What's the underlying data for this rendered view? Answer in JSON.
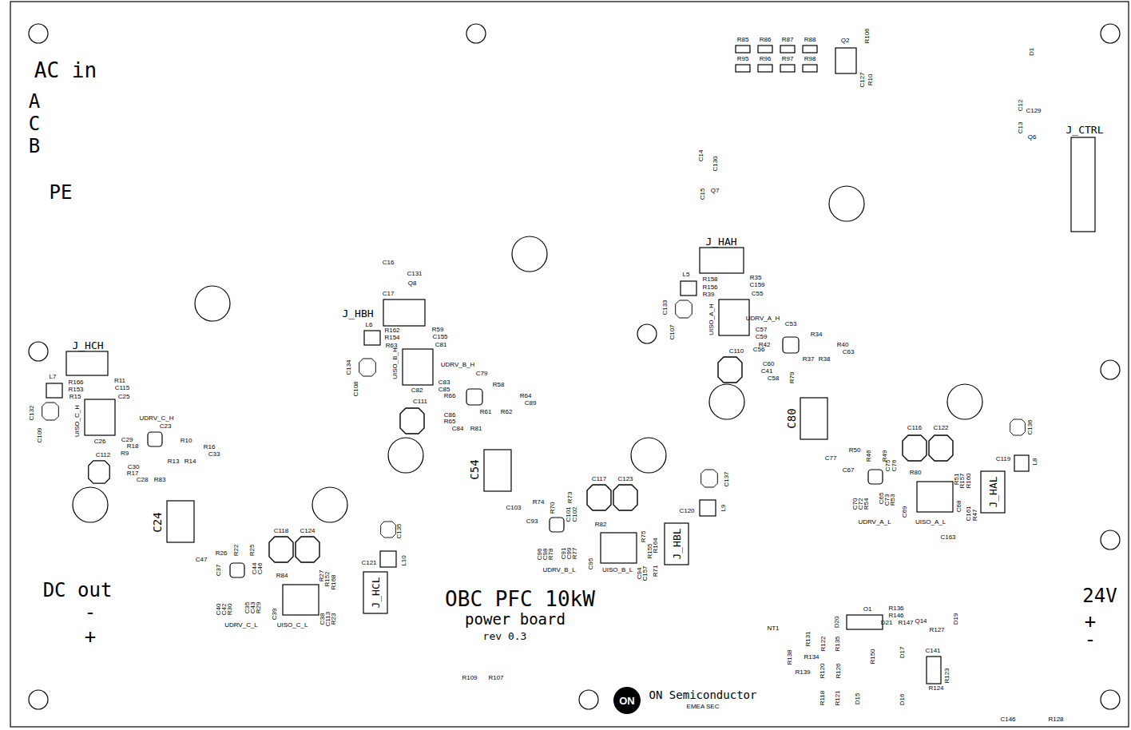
{
  "diagram": {
    "labels": [
      "AC in",
      "A",
      "C",
      "B",
      "PE",
      "DC out",
      "-",
      "+",
      "OBC PFC 10kW",
      "power board",
      "rev 0.3",
      "ON",
      "ON Semiconductor",
      "EMEA SEC",
      "24V",
      "+",
      "-",
      "J_CTRL",
      "J_HAH",
      "J_HBH",
      "J_HCH",
      "J_HAL",
      "J_HBL",
      "J_HCL",
      "C80",
      "C54",
      "C24",
      "R85",
      "R86",
      "R87",
      "R88",
      "R95",
      "R96",
      "R97",
      "R98",
      "Q2",
      "R106",
      "C127",
      "R10",
      "D1",
      "C12",
      "C129",
      "C13",
      "Q6",
      "C14",
      "C130",
      "C15",
      "Q7",
      "L5",
      "R158",
      "R156",
      "R39",
      "R35",
      "C159",
      "C55",
      "C133",
      "C107",
      "UISO_A_H",
      "UDRV_A_H",
      "C53",
      "C57",
      "C59",
      "R42",
      "R34",
      "C56",
      "C110",
      "R40",
      "R37",
      "R38",
      "C63",
      "C60",
      "C41",
      "C58",
      "R79",
      "C16",
      "C131",
      "Q8",
      "C17",
      "L6",
      "R162",
      "R154",
      "R63",
      "R59",
      "C155",
      "C81",
      "C134",
      "C108",
      "UISO_B_H",
      "C82",
      "UDRV_B_H",
      "C79",
      "R58",
      "R64",
      "C89",
      "C83",
      "C85",
      "R66",
      "R61",
      "R62",
      "C111",
      "C86",
      "R65",
      "C84",
      "R81",
      "L7",
      "R166",
      "R153",
      "R15",
      "R11",
      "C115",
      "C25",
      "C132",
      "C109",
      "UISO_C_H",
      "C26",
      "UDRV_C_H",
      "C23",
      "C29",
      "R10",
      "R16",
      "C33",
      "R18",
      "R14",
      "R9",
      "R13",
      "C112",
      "C30",
      "R17",
      "C28",
      "R83",
      "C116",
      "C122",
      "C136",
      "R50",
      "R46",
      "R49",
      "C77",
      "C119",
      "L8",
      "C75",
      "C76",
      "C67",
      "R80",
      "R51",
      "R157",
      "R160",
      "C70",
      "C72",
      "R54",
      "C65",
      "C73",
      "R53",
      "C69",
      "UISO_A_L",
      "C68",
      "C161",
      "R47",
      "UDRV_A_L",
      "C163",
      "C117",
      "C123",
      "C137",
      "R73",
      "R74",
      "R70",
      "C103",
      "C101",
      "C102",
      "C120",
      "L9",
      "C93",
      "R82",
      "C96",
      "C98",
      "R78",
      "C91",
      "C99",
      "R77",
      "R75",
      "R155",
      "R164",
      "C95",
      "UDRV_B_L",
      "UISO_B_L",
      "C94",
      "C157",
      "R71",
      "C118",
      "C124",
      "C135",
      "C47",
      "R26",
      "R22",
      "R25",
      "C121",
      "L10",
      "C37",
      "C44",
      "C46",
      "R84",
      "R27",
      "R152",
      "R168",
      "C40",
      "C42",
      "R30",
      "C35",
      "C43",
      "R29",
      "C39",
      "C38",
      "C113",
      "R23",
      "UDRV_C_L",
      "UISO_C_L",
      "R109",
      "R107",
      "NT1",
      "D20",
      "O1",
      "R136",
      "R146",
      "Q14",
      "D21",
      "R147",
      "R127",
      "D19",
      "R131",
      "R122",
      "R135",
      "R150",
      "D17",
      "C141",
      "R138",
      "R134",
      "R139",
      "R120",
      "R126",
      "R123",
      "R124",
      "R118",
      "R121",
      "D15",
      "D16",
      "C146",
      "R128"
    ]
  }
}
